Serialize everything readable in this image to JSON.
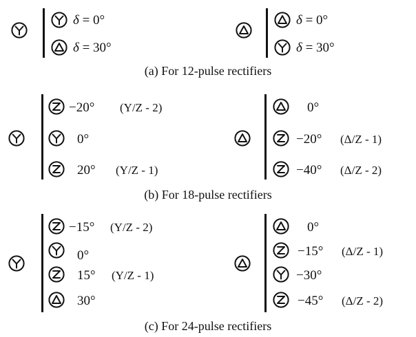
{
  "symbols": {
    "Y": "wye-symbol",
    "D": "delta-symbol",
    "Z": "zigzag-symbol"
  },
  "panel_a": {
    "caption": "(a)  For 12-pulse rectifiers",
    "left": {
      "primary": "Y",
      "rows": [
        {
          "sym": "Y",
          "delta_sym": "δ",
          "eq": " = 0°"
        },
        {
          "sym": "D",
          "delta_sym": "δ",
          "eq": " = 30°"
        }
      ]
    },
    "right": {
      "primary": "D",
      "rows": [
        {
          "sym": "D",
          "delta_sym": "δ",
          "eq": " = 0°"
        },
        {
          "sym": "Y",
          "delta_sym": "δ",
          "eq": " = 30°"
        }
      ]
    }
  },
  "panel_b": {
    "caption": "(b)  For 18-pulse rectifiers",
    "left": {
      "primary": "Y",
      "rows": [
        {
          "sym": "Z",
          "angle": "−20°",
          "conn": "(Y/Z - 2)"
        },
        {
          "sym": "Y",
          "angle": "0°",
          "conn": ""
        },
        {
          "sym": "Z",
          "angle": "20°",
          "conn": "(Y/Z - 1)"
        }
      ]
    },
    "right": {
      "primary": "D",
      "rows": [
        {
          "sym": "D",
          "angle": "0°",
          "conn": ""
        },
        {
          "sym": "Z",
          "angle": "−20°",
          "conn": "(Δ/Z - 1)"
        },
        {
          "sym": "Z",
          "angle": "−40°",
          "conn": "(Δ/Z - 2)"
        }
      ]
    }
  },
  "panel_c": {
    "caption": "(c)  For 24-pulse rectifiers",
    "left": {
      "primary": "Y",
      "rows": [
        {
          "sym": "Z",
          "angle": "−15°",
          "conn": "(Y/Z - 2)"
        },
        {
          "sym": "Y",
          "angle": "0°",
          "conn": ""
        },
        {
          "sym": "Z",
          "angle": "15°",
          "conn": "(Y/Z - 1)"
        },
        {
          "sym": "D",
          "angle": "30°",
          "conn": ""
        }
      ]
    },
    "right": {
      "primary": "D",
      "rows": [
        {
          "sym": "D",
          "angle": "0°",
          "conn": ""
        },
        {
          "sym": "Z",
          "angle": "−15°",
          "conn": "(Δ/Z - 1)"
        },
        {
          "sym": "Y",
          "angle": "−30°",
          "conn": ""
        },
        {
          "sym": "Z",
          "angle": "−45°",
          "conn": "(Δ/Z - 2)"
        }
      ]
    }
  }
}
